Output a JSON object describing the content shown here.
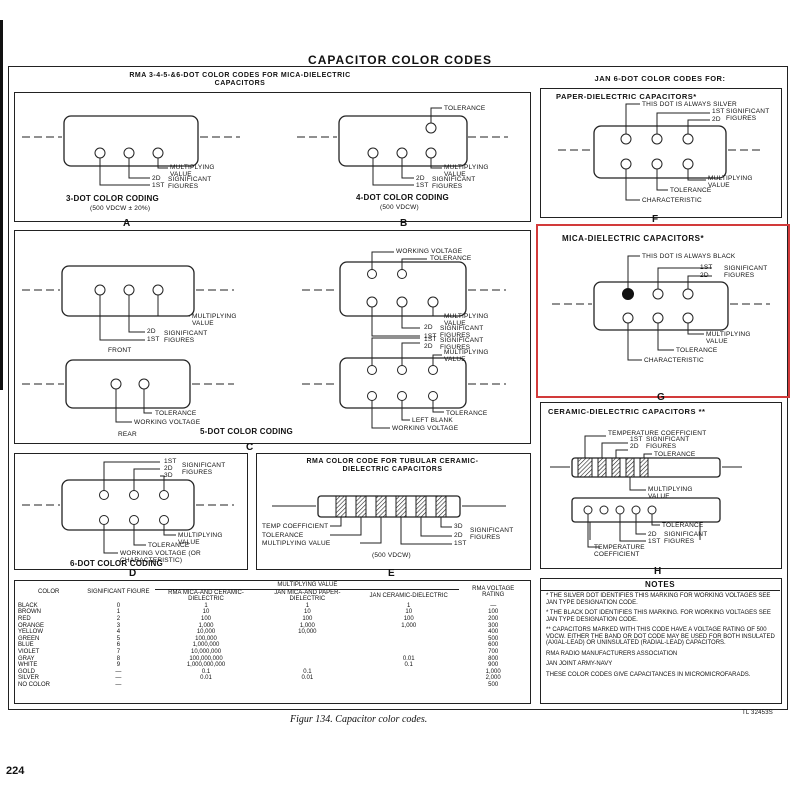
{
  "title": "CAPACITOR COLOR CODES",
  "rma_header": "RMA 3-4-5-&6-DOT COLOR CODES FOR MICA-DIELECTRIC CAPACITORS",
  "jan_header": "JAN 6-DOT COLOR CODES FOR:",
  "panel_a": {
    "letter": "A",
    "caption": "3-DOT COLOR CODING",
    "sub": "(500 VDCW ± 20%)",
    "mult": "MULTIPLYING VALUE",
    "sig2": "2D",
    "sig1": "1ST",
    "sigf": "SIGNIFICANT FIGURES"
  },
  "panel_b": {
    "letter": "B",
    "caption": "4-DOT COLOR CODING",
    "sub": "(500 VDCW)",
    "tol": "TOLERANCE",
    "mult": "MULTIPLYING VALUE",
    "sig2": "2D",
    "sig1": "1ST",
    "sigf": "SIGNIFICANT FIGURES"
  },
  "panel_c": {
    "letter": "C",
    "caption": "5-DOT COLOR CODING",
    "front": "FRONT",
    "rear": "REAR",
    "wv": "WORKING VOLTAGE",
    "tol": "TOLERANCE",
    "mult": "MULTIPLYING VALUE",
    "sig2": "2D",
    "sig1": "1ST",
    "sigf": "SIGNIFICANT FIGURES",
    "left_blank": "LEFT BLANK"
  },
  "panel_d": {
    "letter": "D",
    "caption": "6-DOT COLOR CODING",
    "sig1": "1ST",
    "sig2": "2D",
    "sig3": "3D",
    "sigf": "SIGNIFICANT FIGURES",
    "mult": "MULTIPLYING VALUE",
    "tol": "TOLERANCE",
    "wv": "WORKING VOLTAGE (OR CHARACTERISTIC)"
  },
  "panel_e": {
    "letter": "E",
    "header": "RMA COLOR CODE FOR TUBULAR CERAMIC-DIELECTRIC CAPACITORS",
    "temp": "TEMP COEFFICIENT",
    "tol": "TOLERANCE",
    "mult": "MULTIPLYING VALUE",
    "sig3": "3D",
    "sig2": "2D",
    "sig1": "1ST",
    "sigf": "SIGNIFICANT FIGURES",
    "sub": "(500 VDCW)"
  },
  "panel_f": {
    "letter": "F",
    "header": "PAPER-DIELECTRIC CAPACITORS",
    "star": "*",
    "silver": "THIS DOT IS ALWAYS SILVER",
    "sig1": "1ST",
    "sig2": "2D",
    "sigf": "SIGNIFICANT FIGURES",
    "tol": "TOLERANCE",
    "mult": "MULTIPLYING VALUE",
    "char": "CHARACTERISTIC"
  },
  "panel_g": {
    "letter": "G",
    "header": "MICA-DIELECTRIC CAPACITORS",
    "star": "*",
    "black": "THIS DOT IS ALWAYS BLACK",
    "sig1": "1ST",
    "sig2": "2D",
    "sigf": "SIGNIFICANT FIGURES",
    "mult": "MULTIPLYING VALUE",
    "tol": "TOLERANCE",
    "char": "CHARACTERISTIC"
  },
  "panel_h": {
    "letter": "H",
    "header": "CERAMIC-DIELECTRIC CAPACITORS",
    "star": "**",
    "tc": "TEMPERATURE COEFFICIENT",
    "sig1": "1ST",
    "sig2": "2D",
    "sigf": "SIGNIFICANT FIGURES",
    "tol": "TOLERANCE",
    "mult": "MULTIPLYING VALUE",
    "temp": "TEMPERATURE COEFFICIENT"
  },
  "table": {
    "headers": {
      "color": "COLOR",
      "sig": "SIGNIFICANT FIGURE",
      "mult": "MULTIPLYING VALUE",
      "rma": "RMA MICA-AND CERAMIC-DIELECTRIC",
      "janmp": "JAN MICA-AND PAPER-DIELECTRIC",
      "jancer": "JAN CERAMIC-DIELECTRIC",
      "volt": "RMA VOLTAGE RATING"
    },
    "rows": [
      [
        "BLACK",
        "0",
        "1",
        "1",
        "1",
        "—"
      ],
      [
        "BROWN",
        "1",
        "10",
        "10",
        "10",
        "100"
      ],
      [
        "RED",
        "2",
        "100",
        "100",
        "100",
        "200"
      ],
      [
        "ORANGE",
        "3",
        "1,000",
        "1,000",
        "1,000",
        "300"
      ],
      [
        "YELLOW",
        "4",
        "10,000",
        "10,000",
        "",
        "400"
      ],
      [
        "GREEN",
        "5",
        "100,000",
        "",
        "",
        "500"
      ],
      [
        "BLUE",
        "6",
        "1,000,000",
        "",
        "",
        "600"
      ],
      [
        "VIOLET",
        "7",
        "10,000,000",
        "",
        "",
        "700"
      ],
      [
        "GRAY",
        "8",
        "100,000,000",
        "",
        "0.01",
        "800"
      ],
      [
        "WHITE",
        "9",
        "1,000,000,000",
        "",
        "0.1",
        "900"
      ],
      [
        "GOLD",
        "—",
        "0.1",
        "0.1",
        "",
        "1,000"
      ],
      [
        "SILVER",
        "—",
        "0.01",
        "0.01",
        "",
        "2,000"
      ],
      [
        "NO COLOR",
        "—",
        "",
        "",
        "",
        "500"
      ]
    ]
  },
  "notes": {
    "header": "NOTES",
    "n1": "* THE SILVER DOT IDENTIFIES THIS MARKING FOR WORKING VOLTAGES SEE JAN TYPE DESIGNATION CODE.",
    "n2": "* THE BLACK DOT IDENTIFIES THIS MARKING. FOR WORKING VOLTAGES SEE JAN TYPE DESIGNATION CODE.",
    "n3": "** CAPACITORS MARKED WITH THIS CODE HAVE A VOLTAGE RATING OF 500 VDCW. EITHER THE BAND OR DOT CODE MAY BE USED FOR BOTH INSULATED (AXIAL-LEAD) OR UNINSULATED (RADIAL-LEAD) CAPACITORS.",
    "n4": "RMA RADIO MANUFACTURERS ASSOCIATION",
    "n5": "JAN JOINT ARMY-NAVY",
    "n6": "THESE COLOR CODES GIVE CAPACITANCES IN MICROMICROFARADS."
  },
  "ref": "TL 32453S",
  "figure_caption": "Figur 134. Capacitor color codes.",
  "page_number": "224"
}
